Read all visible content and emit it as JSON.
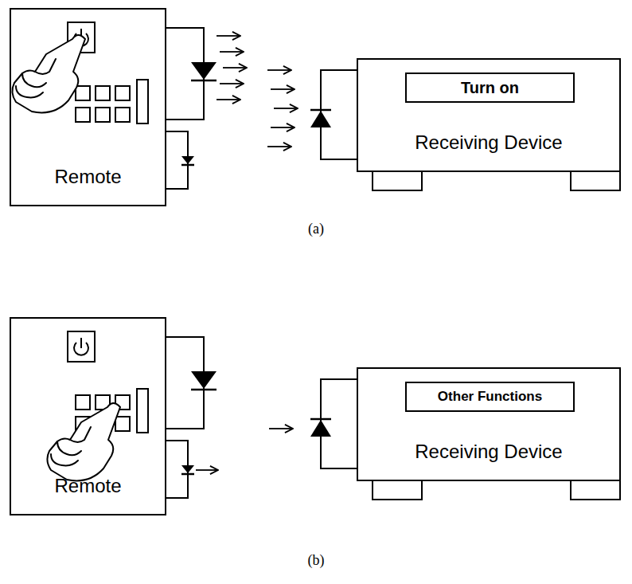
{
  "diagram": {
    "nodes": [
      {
        "text": [
          "Remote"
        ]
      },
      {
        "text": [
          "Receiving Device"
        ]
      },
      {
        "text": [
          "Turn on"
        ],
        "in": 1
      },
      {
        "text": [
          "Remote"
        ]
      },
      {
        "text": [
          "Receiving Device"
        ]
      },
      {
        "text": [
          "Other Functions"
        ],
        "in": 4
      }
    ],
    "labels": [
      "(a)",
      "(b)"
    ]
  }
}
